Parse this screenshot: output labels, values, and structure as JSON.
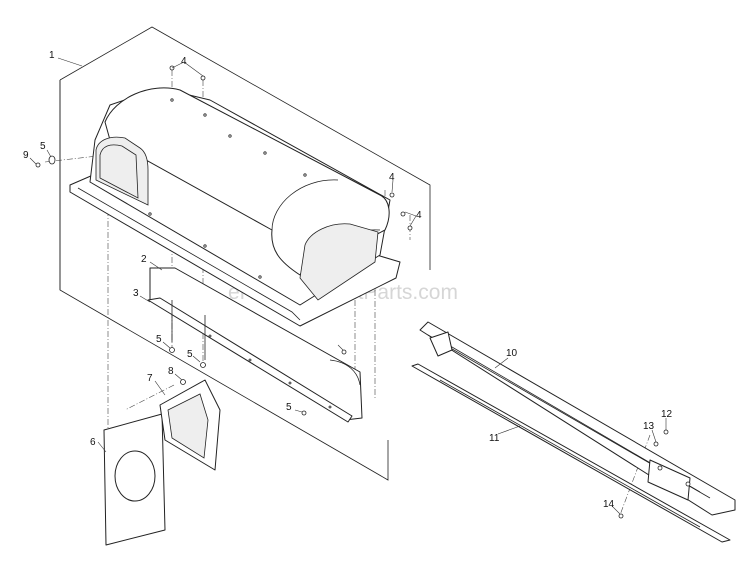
{
  "watermark": "eReplacementParts.com",
  "callouts": [
    "1",
    "2",
    "3",
    "4",
    "4",
    "4",
    "5",
    "5",
    "5",
    "5",
    "6",
    "7",
    "8",
    "9",
    "10",
    "11",
    "12",
    "13",
    "14"
  ],
  "colors": {
    "line": "#222222",
    "watermark": "#d6d6d6",
    "background": "#ffffff"
  }
}
